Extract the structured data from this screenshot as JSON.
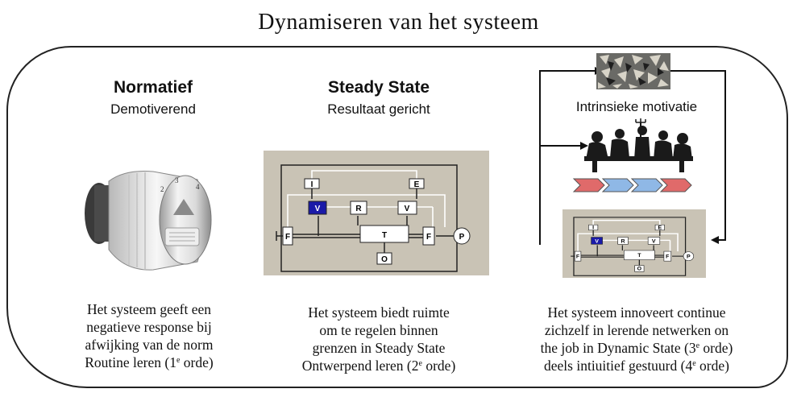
{
  "title": "Dynamiseren van het systeem",
  "columns": [
    {
      "heading": "Normatief",
      "subheading": "Demotiverend",
      "desc_lines": [
        "Het systeem geeft een",
        "negatieve response bij",
        "afwijking van de norm"
      ],
      "desc_last_pre": "Routine leren (1",
      "desc_last_sup": "e",
      "desc_last_post": " orde)"
    },
    {
      "heading": "Steady State",
      "subheading": "Resultaat gericht",
      "desc_lines": [
        "Het systeem biedt  ruimte",
        "om te regelen binnen",
        "grenzen in Steady State"
      ],
      "desc_last_pre": "Ontwerpend leren (2",
      "desc_last_sup": "e",
      "desc_last_post": " orde)"
    },
    {
      "subheading": "Intrinsieke motivatie",
      "desc_lines": [
        "Het systeem innoveert continue",
        "zichzelf in lerende netwerken on"
      ],
      "desc_line3_pre": "the job in Dynamic State (3",
      "desc_line3_sup": "e",
      "desc_line3_post": " orde)",
      "desc_line4_pre": "deels intiuitief gestuurd  (4",
      "desc_line4_sup": "e",
      "desc_line4_post": " orde)"
    }
  ],
  "diagram": {
    "boxes": {
      "I": "I",
      "E": "E",
      "V_blue": "V",
      "R": "R",
      "V": "V",
      "F_left": "F",
      "T": "T",
      "F_right": "F",
      "P": "P",
      "O": "O"
    },
    "colors": {
      "panel": "#c9c3b5",
      "blue_box": "#1a1aa8",
      "chevron_red": "#e06a6a",
      "chevron_blue": "#8fb8e6"
    }
  }
}
